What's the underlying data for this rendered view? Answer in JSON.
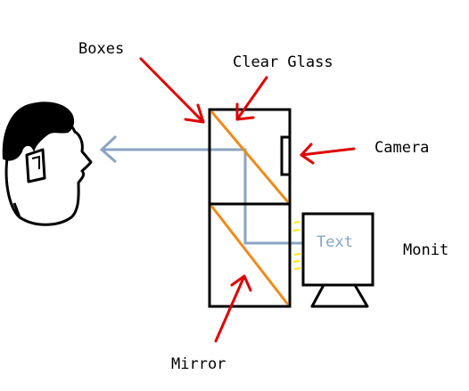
{
  "labels": {
    "boxes": "Boxes",
    "clear_glass": "Clear Glass",
    "camera": "Camera",
    "monitor": "Monit",
    "mirror": "Mirror",
    "screen_text": "Text"
  },
  "colors": {
    "outline": "#000000",
    "glass": "#f08a1a",
    "arrow": "#dd0000",
    "sightline": "#8aa5c3",
    "glow": "#ffe600",
    "hair": "#000000"
  }
}
